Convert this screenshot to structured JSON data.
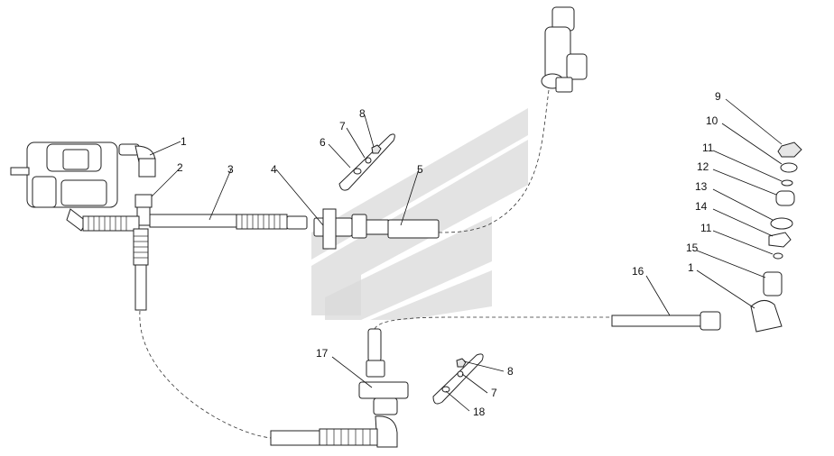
{
  "callouts": [
    {
      "id": "c1a",
      "text": "1"
    },
    {
      "id": "c2",
      "text": "2"
    },
    {
      "id": "c3",
      "text": "3"
    },
    {
      "id": "c4",
      "text": "4"
    },
    {
      "id": "c5",
      "text": "5"
    },
    {
      "id": "c6",
      "text": "6"
    },
    {
      "id": "c7a",
      "text": "7"
    },
    {
      "id": "c8a",
      "text": "8"
    },
    {
      "id": "c9",
      "text": "9"
    },
    {
      "id": "c10",
      "text": "10"
    },
    {
      "id": "c11a",
      "text": "11"
    },
    {
      "id": "c12",
      "text": "12"
    },
    {
      "id": "c13",
      "text": "13"
    },
    {
      "id": "c14",
      "text": "14"
    },
    {
      "id": "c11b",
      "text": "11"
    },
    {
      "id": "c15",
      "text": "15"
    },
    {
      "id": "c1b",
      "text": "1"
    },
    {
      "id": "c16",
      "text": "16"
    },
    {
      "id": "c17",
      "text": "17"
    },
    {
      "id": "c8b",
      "text": "8"
    },
    {
      "id": "c7b",
      "text": "7"
    },
    {
      "id": "c18",
      "text": "18"
    }
  ],
  "colors": {
    "line": "#222222",
    "watermark": "#d9d9d9",
    "background": "#ffffff"
  }
}
